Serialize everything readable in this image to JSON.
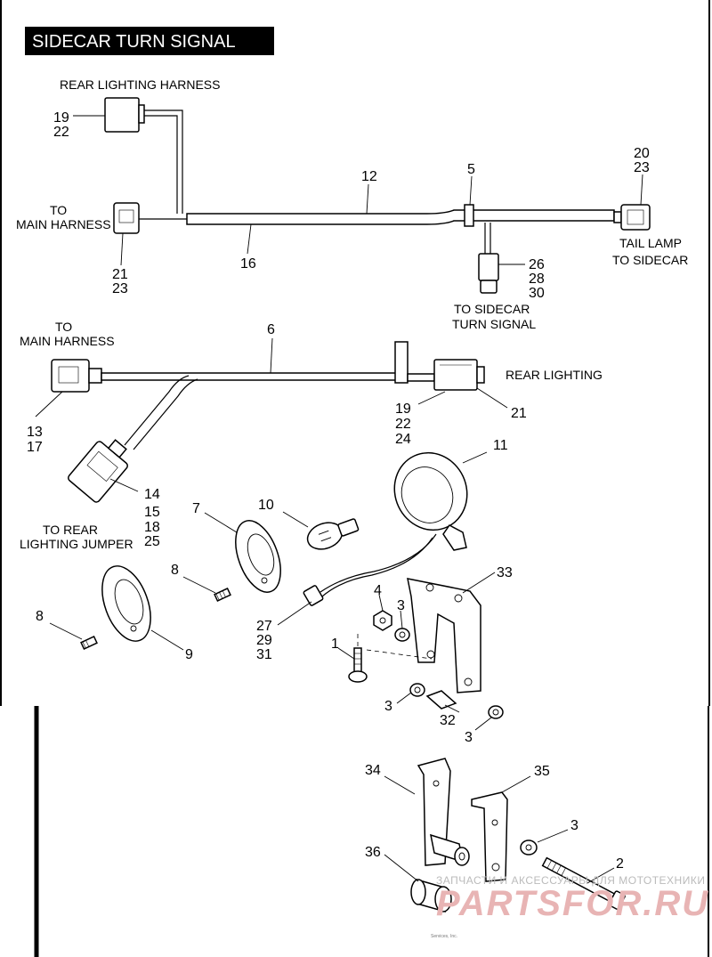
{
  "title": "SIDECAR TURN SIGNAL",
  "labels": {
    "rear_lighting_harness": "REAR LIGHTING HARNESS",
    "to_main_harness_1a": "TO",
    "to_main_harness_1b": "MAIN HARNESS",
    "tail_lamp_a": "TAIL LAMP",
    "tail_lamp_b": "TO SIDECAR",
    "to_sidecar_turn_a": "TO SIDECAR",
    "to_sidecar_turn_b": "TURN SIGNAL",
    "to_main_harness_2a": "TO",
    "to_main_harness_2b": "MAIN HARNESS",
    "rear_lighting": "REAR LIGHTING",
    "to_rear_jumper_a": "TO REAR",
    "to_rear_jumper_b": "LIGHTING JUMPER"
  },
  "callouts": {
    "c19a": "19",
    "c22a": "22",
    "c20": "20",
    "c23a": "23",
    "c12": "12",
    "c5": "5",
    "c21a": "21",
    "c23b": "23",
    "c16": "16",
    "c26": "26",
    "c28": "28",
    "c30": "30",
    "c6": "6",
    "c13": "13",
    "c17": "17",
    "c19b": "19",
    "c22b": "22",
    "c24": "24",
    "c21b": "21",
    "c11": "11",
    "c14": "14",
    "c15": "15",
    "c18": "18",
    "c25": "25",
    "c7": "7",
    "c10": "10",
    "c33": "33",
    "c8a": "8",
    "c8b": "8",
    "c4": "4",
    "c3a": "3",
    "c27": "27",
    "c29": "29",
    "c31": "31",
    "c9": "9",
    "c1": "1",
    "c3b": "3",
    "c32": "32",
    "c3c": "3",
    "c34": "34",
    "c35": "35",
    "c3d": "3",
    "c36": "36",
    "c2": "2"
  },
  "watermark": {
    "line1": "ЗАПЧАСТИ И АКСЕССУАРЫ ДЛЯ МОТОТЕХНИКИ",
    "line2": "PARTSFOR.RU"
  },
  "copyright": "Services, Inc."
}
